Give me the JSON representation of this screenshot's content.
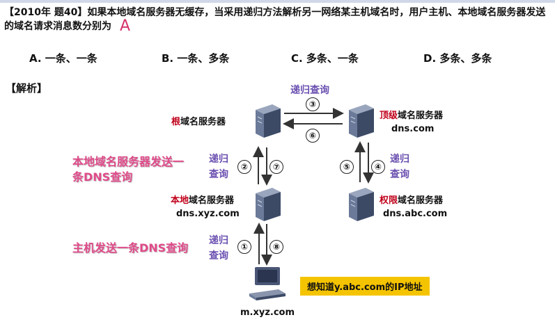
{
  "question": {
    "text": "【2010年 题40】如果本地域名服务器无缓存，当采用递归方法解析另一网络某主机域名时，用户主机、本地域名服务器发送的域名请求消息数分别为",
    "answer": "A"
  },
  "options": [
    {
      "label": "A. 一条、一条"
    },
    {
      "label": "B. 一条、多条"
    },
    {
      "label": "C. 多条、一条"
    },
    {
      "label": "D. 多条、多条"
    }
  ],
  "analysis_heading": "【解析】",
  "servers": {
    "root": {
      "highlight": "根",
      "rest": "域名服务器"
    },
    "tld": {
      "highlight": "顶级",
      "rest": "域名服务器",
      "domain": "dns.com"
    },
    "local": {
      "highlight": "本地",
      "rest": "域名服务器",
      "domain": "dns.xyz.com"
    },
    "auth": {
      "highlight": "权限",
      "rest": "域名服务器",
      "domain": "dns.abc.com"
    },
    "host": {
      "domain": "m.xyz.com"
    }
  },
  "labels": {
    "recursive_query": "递归查询",
    "recursive_1": "递归",
    "recursive_2": "查询"
  },
  "steps": [
    "①",
    "②",
    "③",
    "④",
    "⑤",
    "⑥",
    "⑦",
    "⑧"
  ],
  "annotations": {
    "local_sends_line1": "本地域名服务器发送一",
    "local_sends_line2": "条DNS查询",
    "host_sends": "主机发送一条DNS查询",
    "want_to_know": "想知道y.abc.com的IP地址"
  },
  "colors": {
    "highlight_red": "#c0001a",
    "purple": "#6a4fb0",
    "pink": "#e04a8a",
    "callout_bg": "#f5c400"
  }
}
